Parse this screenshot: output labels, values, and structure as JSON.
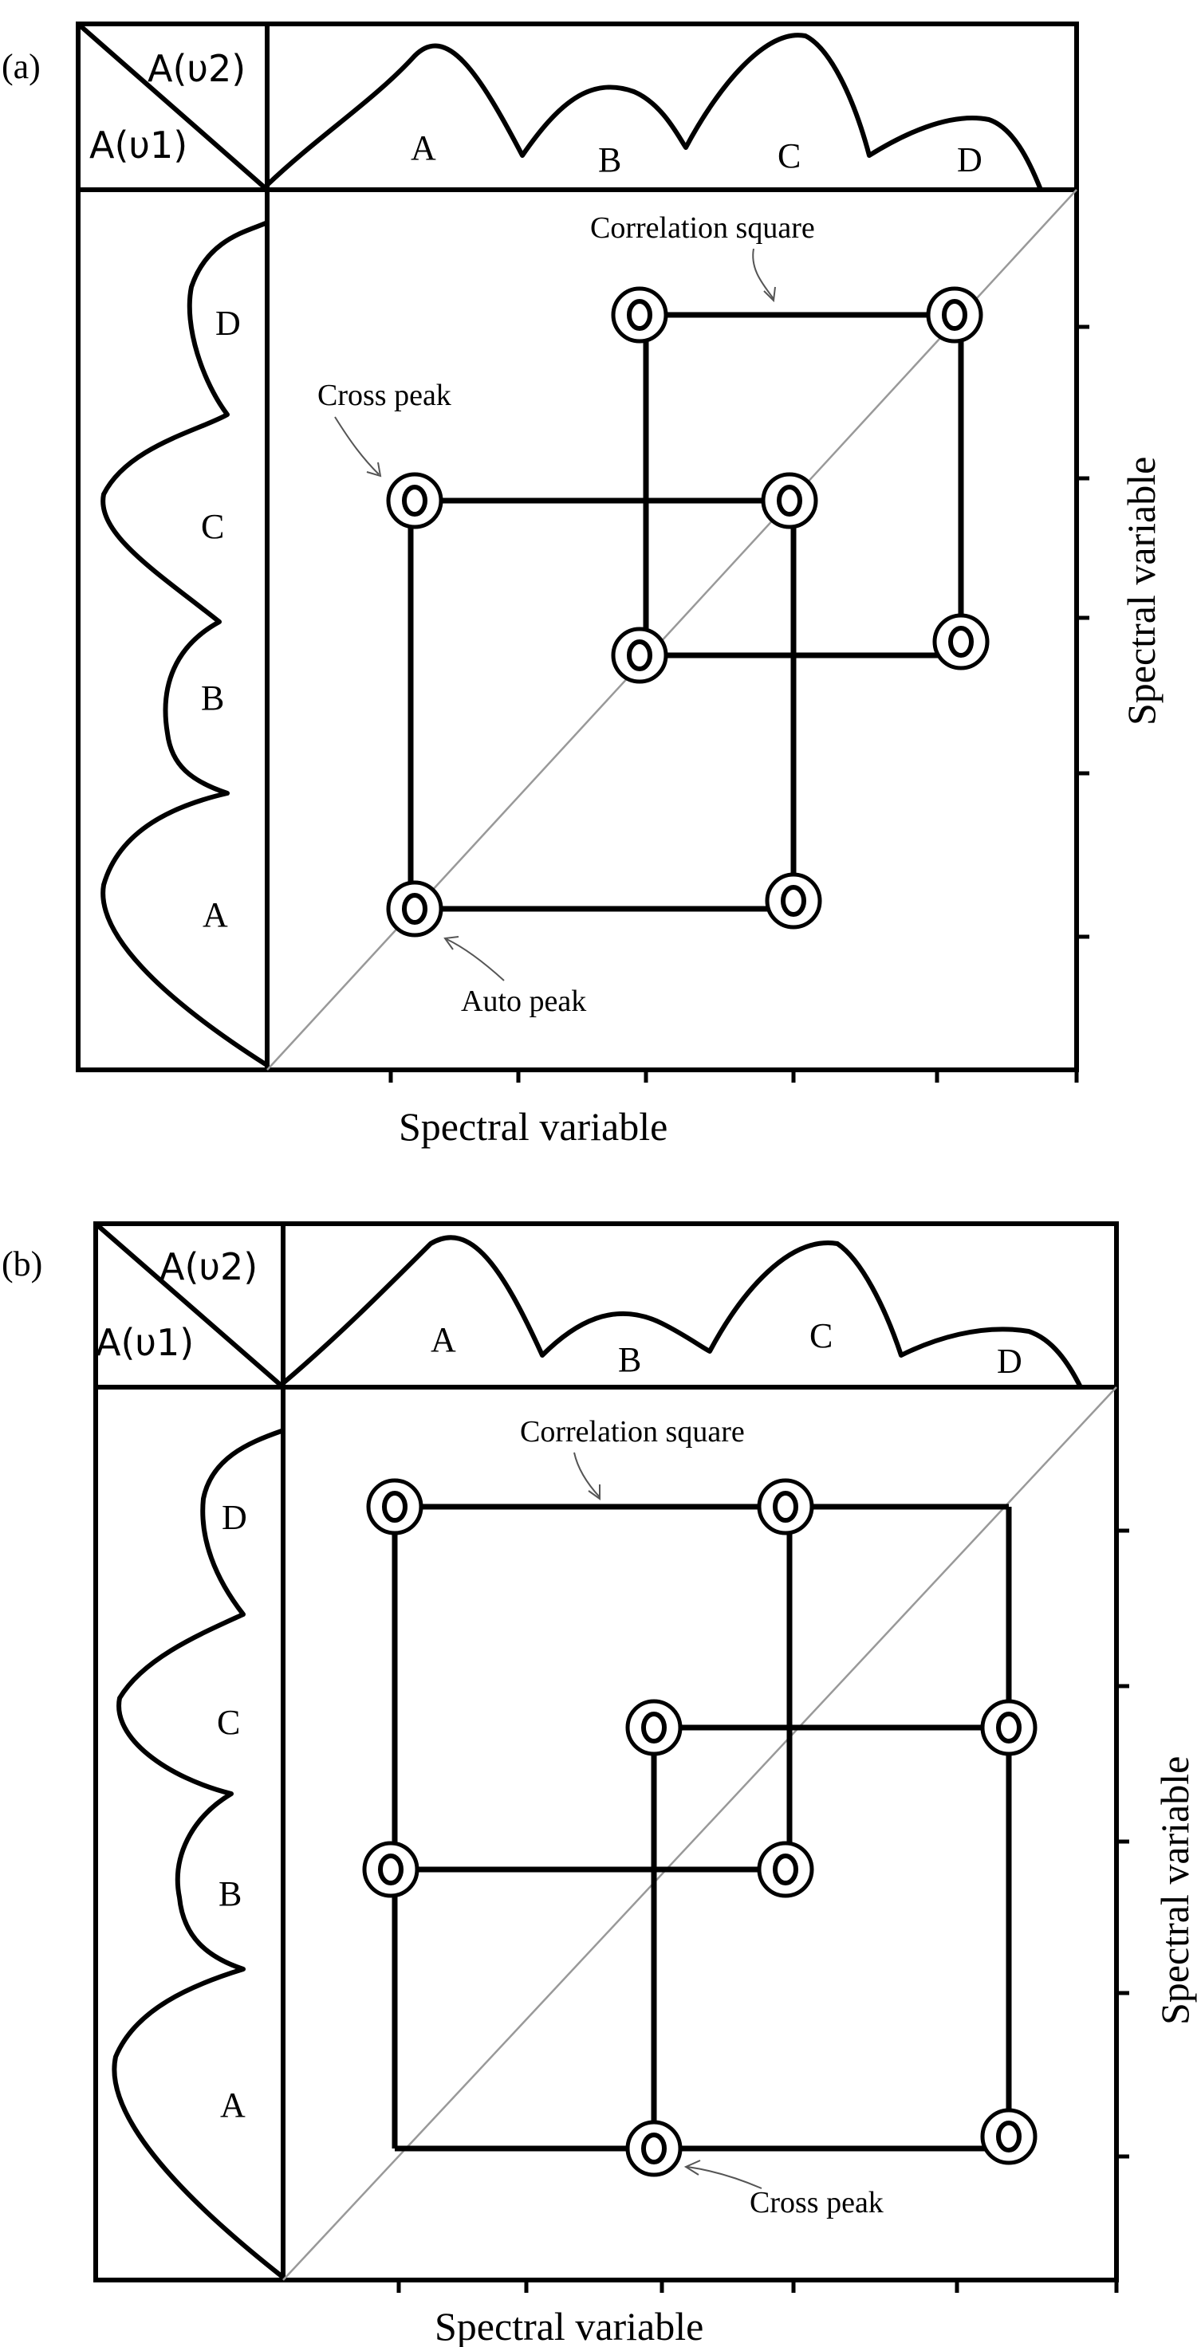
{
  "panels": [
    {
      "label": "(a)",
      "amp_top": "A(υ2)",
      "amp_left": "A(υ1)",
      "peaks_top": [
        "A",
        "B",
        "C",
        "D"
      ],
      "peaks_left": [
        "D",
        "C",
        "B",
        "A"
      ],
      "annotations": [
        "Correlation square",
        "Cross peak",
        "Auto peak"
      ],
      "xlabel": "Spectral variable",
      "ylabel": "Spectral variable"
    },
    {
      "label": "(b)",
      "amp_top": "A(υ2)",
      "amp_left": "A(υ1)",
      "peaks_top": [
        "A",
        "B",
        "C",
        "D"
      ],
      "peaks_left": [
        "D",
        "C",
        "B",
        "A"
      ],
      "annotations": [
        "Correlation square",
        "Cross peak"
      ],
      "xlabel": "Spectral variable",
      "ylabel": "Spectral variable"
    }
  ]
}
